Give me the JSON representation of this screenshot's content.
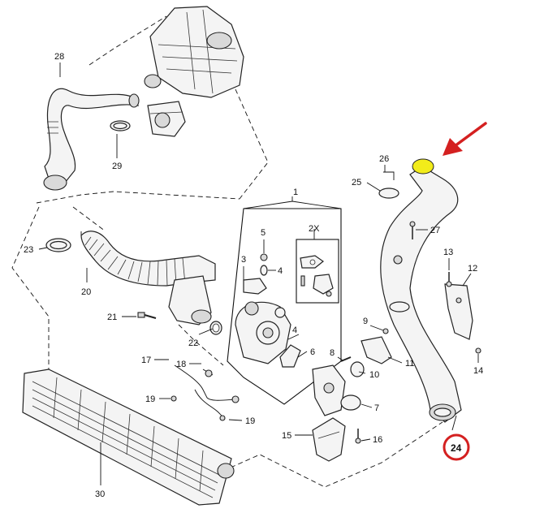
{
  "callouts": {
    "c1": "1",
    "c2x": "2X",
    "c3": "3",
    "c4a": "4",
    "c4b": "4",
    "c5": "5",
    "c6": "6",
    "c7": "7",
    "c8": "8",
    "c9": "9",
    "c10": "10",
    "c11": "11",
    "c12": "12",
    "c13": "13",
    "c14": "14",
    "c15": "15",
    "c16": "16",
    "c17": "17",
    "c18": "18",
    "c19a": "19",
    "c19b": "19",
    "c20": "20",
    "c21": "21",
    "c22": "22",
    "c23": "23",
    "c24": "24",
    "c25": "25",
    "c26": "26",
    "c27": "27",
    "c28": "28",
    "c29": "29",
    "c30": "30"
  },
  "highlight": {
    "callout_ring_color": "#d42020",
    "arrow_color": "#d42020",
    "marker_color": "#f2ec1a"
  },
  "icons": [
    "red-pointer-arrow-icon",
    "red-callout-ring-icon",
    "yellow-highlight-marker-icon"
  ]
}
